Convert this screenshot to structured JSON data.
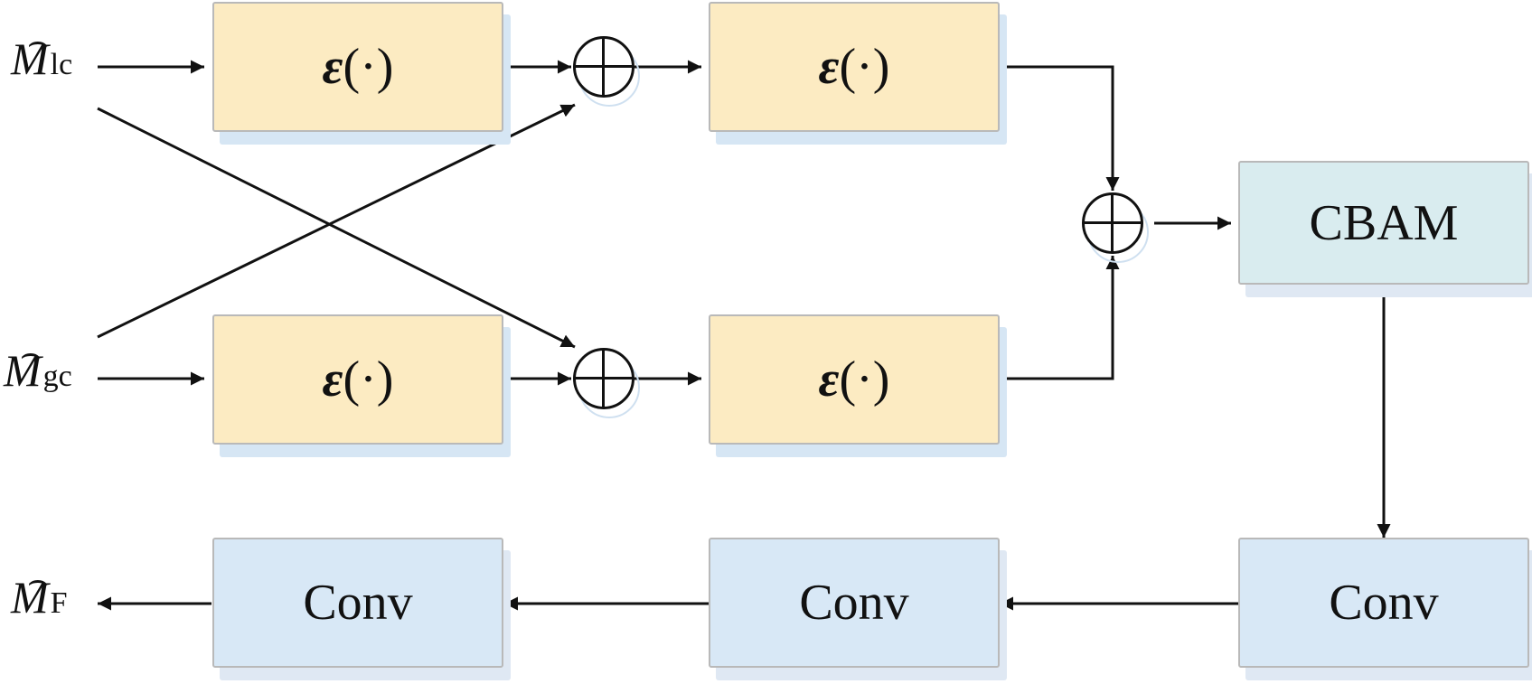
{
  "inputs": {
    "lc": {
      "letter": "M",
      "subscript": "lc"
    },
    "gc": {
      "letter": "M",
      "subscript": "gc"
    }
  },
  "output": {
    "letter": "M",
    "subscript": "F"
  },
  "encoders": [
    {
      "symbol": "ε",
      "arg": "(·)"
    },
    {
      "symbol": "ε",
      "arg": "(·)"
    },
    {
      "symbol": "ε",
      "arg": "(·)"
    },
    {
      "symbol": "ε",
      "arg": "(·)"
    }
  ],
  "attention_label": "CBAM",
  "conv_labels": [
    "Conv",
    "Conv",
    "Conv"
  ],
  "colors": {
    "encoder_fill": "#fcebc2",
    "cbam_fill": "#d9ecef",
    "conv_fill": "#d8e8f6",
    "shadow": "#d6e6f4"
  }
}
